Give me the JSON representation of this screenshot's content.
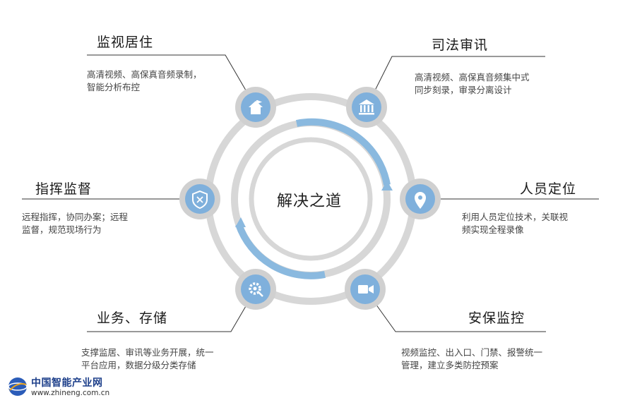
{
  "center": {
    "label": "解决之道"
  },
  "colors": {
    "ring_gray": "#d7d7d7",
    "node_blue": "#7fb0dc",
    "node_ring": "#d0d0d0",
    "arc_blue": "#8ab9df",
    "line": "#333333"
  },
  "items": [
    {
      "title": "监视居住",
      "desc": [
        "高清视频、高保真音频录制，",
        "智能分析布控"
      ],
      "icon": "house-flag-icon"
    },
    {
      "title": "司法审讯",
      "desc": [
        "高清视频、高保真音频集中式",
        "同步刻录，审录分离设计"
      ],
      "icon": "courthouse-icon"
    },
    {
      "title": "人员定位",
      "desc": [
        "利用人员定位技术，关联视",
        "频实现全程录像"
      ],
      "icon": "location-pin-icon"
    },
    {
      "title": "安保监控",
      "desc": [
        "视频监控、出入口、门禁、报警统一",
        "管理，建立多类防控预案"
      ],
      "icon": "video-camera-icon"
    },
    {
      "title": "业务、存储",
      "desc": [
        "支撑监居、审讯等业务开展，统一",
        "平台应用，数据分级分类存储"
      ],
      "icon": "gear-wrench-icon"
    },
    {
      "title": "指挥监督",
      "desc": [
        "远程指挥，协同办案；远程",
        "监督，规范现场行为"
      ],
      "icon": "shield-icon"
    }
  ],
  "logo": {
    "name": "中国智能产业网",
    "url": "www.zhineng.com.cn"
  }
}
